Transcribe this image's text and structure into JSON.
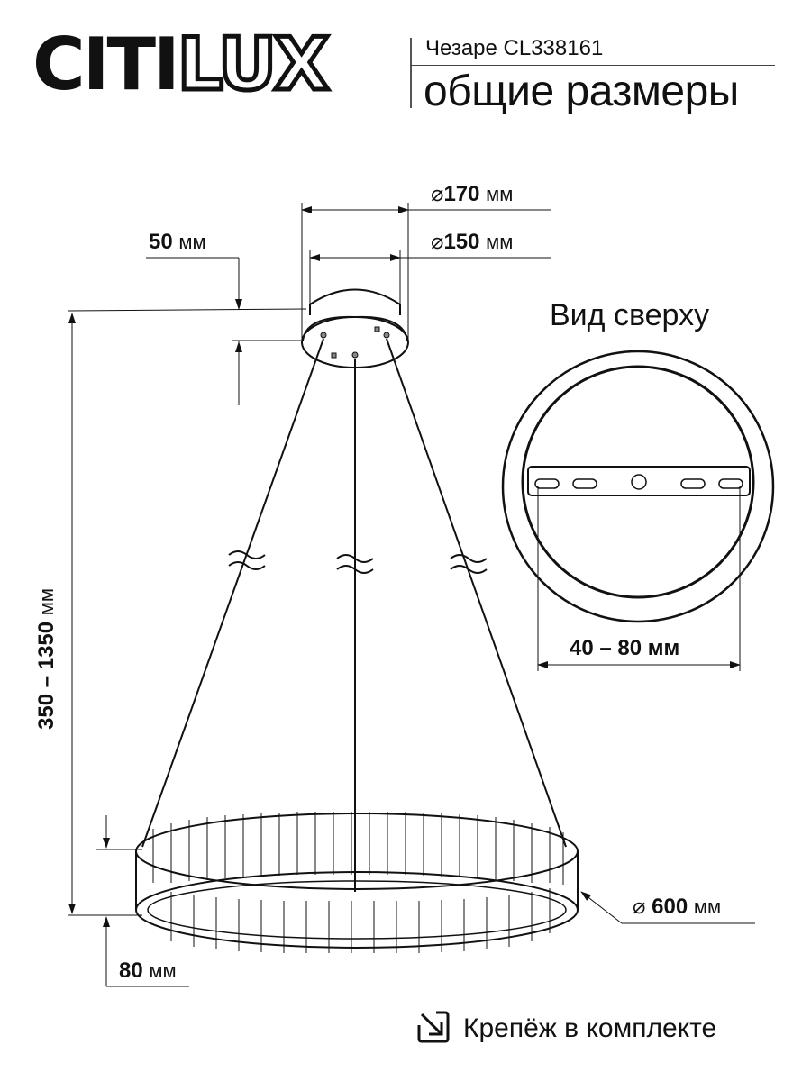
{
  "header": {
    "brand": {
      "solid": "CITI",
      "outline": "LUX"
    },
    "product": "Чезаре CL338161",
    "title": "общие размеры"
  },
  "dimensions": {
    "canopy_outer": {
      "symbol": "⌀",
      "value": "170",
      "unit": "мм"
    },
    "canopy_inner": {
      "symbol": "⌀",
      "value": "150",
      "unit": "мм"
    },
    "canopy_height": {
      "value": "50",
      "unit": "мм"
    },
    "suspension_length": {
      "value": "350 – 1350",
      "unit": "мм"
    },
    "ring_diameter": {
      "symbol": "⌀",
      "value": "600",
      "unit": "мм"
    },
    "ring_height": {
      "value": "80",
      "unit": "мм"
    },
    "bracket_spacing": {
      "value": "40 – 80",
      "unit": "мм"
    }
  },
  "top_view": {
    "title": "Вид сверху"
  },
  "footer": {
    "icon": "arrow-down-right-icon",
    "text": "Крепёж в комплекте"
  }
}
